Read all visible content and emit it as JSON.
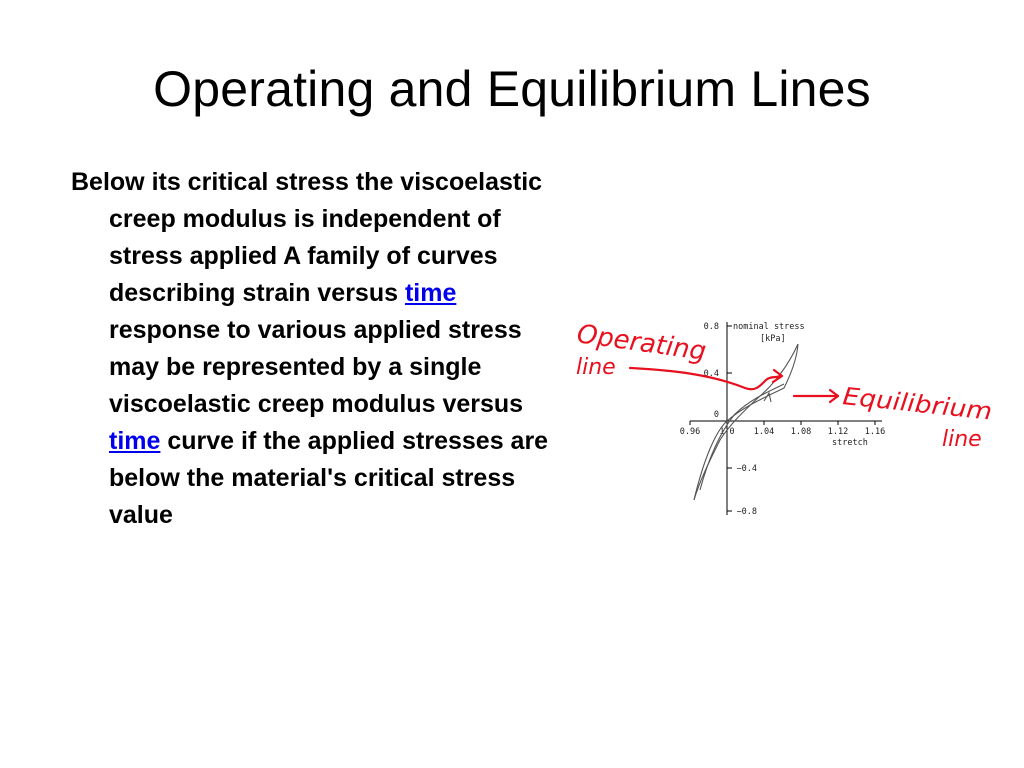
{
  "slide": {
    "title": "Operating and Equilibrium Lines",
    "body": {
      "part1": "Below its critical stress the viscoelastic creep modulus is independent of stress applied A family of curves describing strain versus ",
      "link1": "time",
      "part2": " response to various applied stress may be represented by a single viscoelastic creep modulus versus ",
      "link2": "time",
      "part3": " curve if the applied stresses are below the material's critical stress value"
    }
  },
  "figure": {
    "ylabel_line1": "nominal stress",
    "ylabel_line2": "[kPa]",
    "xlabel": "stretch",
    "y_ticks": [
      "0.8",
      "0.4",
      "0",
      "−0.4",
      "−0.8"
    ],
    "x_ticks": [
      "0.96",
      "1.0",
      "1.04",
      "1.08",
      "1.12",
      "1.16"
    ],
    "annotation_operating_1": "Operating",
    "annotation_operating_2": "line",
    "annotation_equilibrium_1": "Equilibrium",
    "annotation_equilibrium_2": "line",
    "ink_color": "#e8101e",
    "link_color": "#0000ee"
  }
}
